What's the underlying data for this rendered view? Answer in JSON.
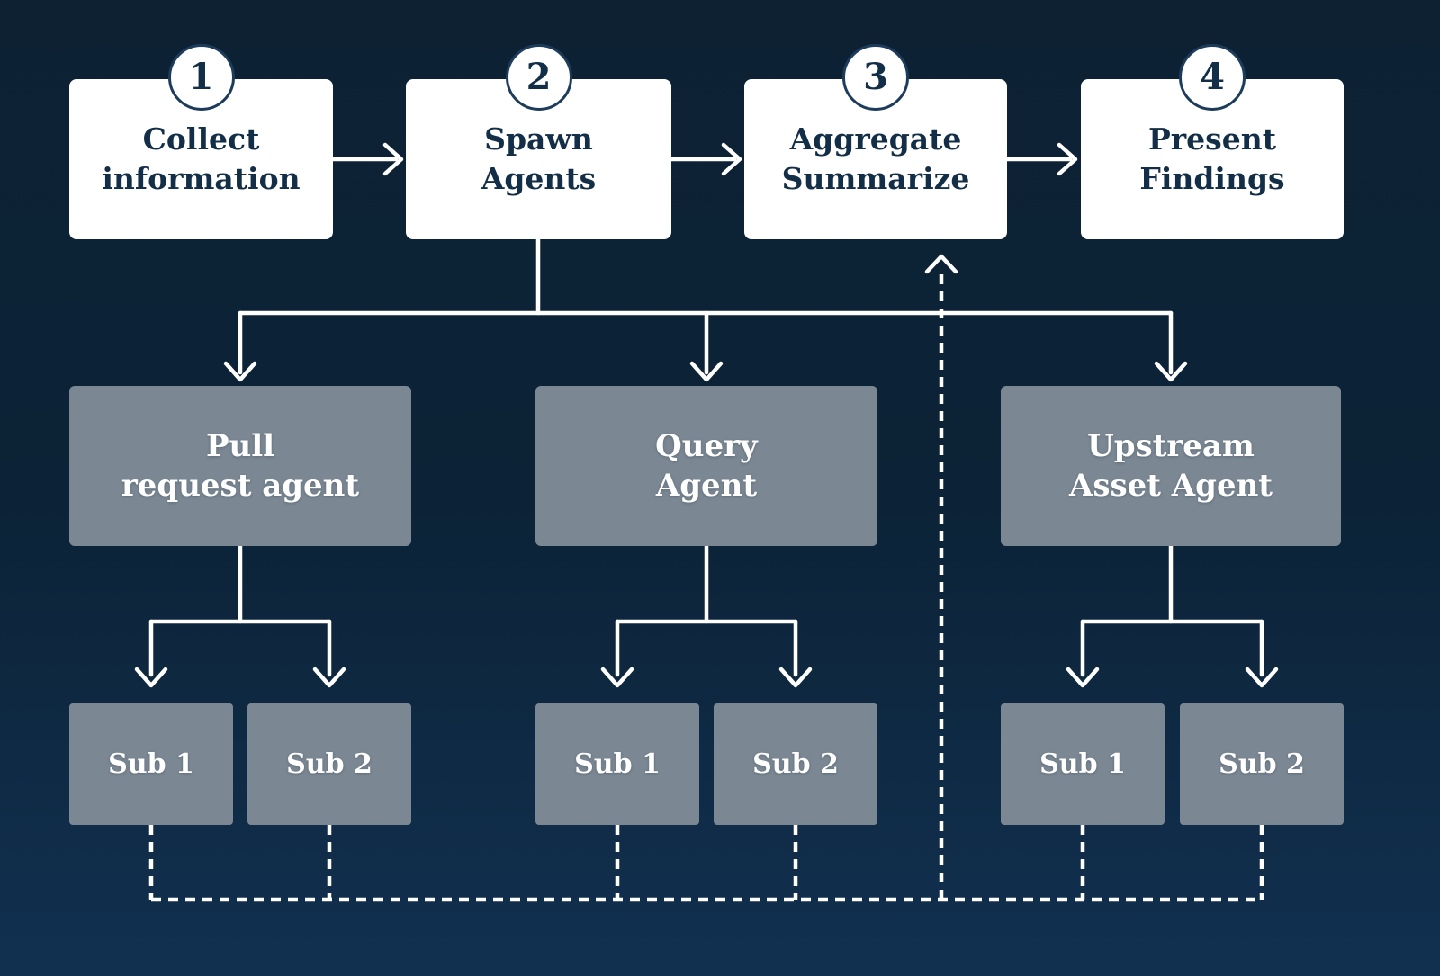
{
  "palette": {
    "background_top": "#0d2133",
    "background_mid": "#0c2337",
    "background_bottom": "#113050",
    "node_white": "#ffffff",
    "node_gray": "#7b8894",
    "text_navy": "#132e47",
    "line_white": "#ffffff"
  },
  "steps": [
    {
      "number": "1",
      "label_line1": "Collect",
      "label_line2": "information"
    },
    {
      "number": "2",
      "label_line1": "Spawn",
      "label_line2": "Agents"
    },
    {
      "number": "3",
      "label_line1": "Aggregate",
      "label_line2": "Summarize"
    },
    {
      "number": "4",
      "label_line1": "Present",
      "label_line2": "Findings"
    }
  ],
  "agents": [
    {
      "label_line1": "Pull",
      "label_line2": "request agent",
      "subs": [
        {
          "label": "Sub 1"
        },
        {
          "label": "Sub 2"
        }
      ]
    },
    {
      "label_line1": "Query",
      "label_line2": "Agent",
      "subs": [
        {
          "label": "Sub 1"
        },
        {
          "label": "Sub 2"
        }
      ]
    },
    {
      "label_line1": "Upstream",
      "label_line2": "Asset Agent",
      "subs": [
        {
          "label": "Sub 1"
        },
        {
          "label": "Sub 2"
        }
      ]
    }
  ]
}
